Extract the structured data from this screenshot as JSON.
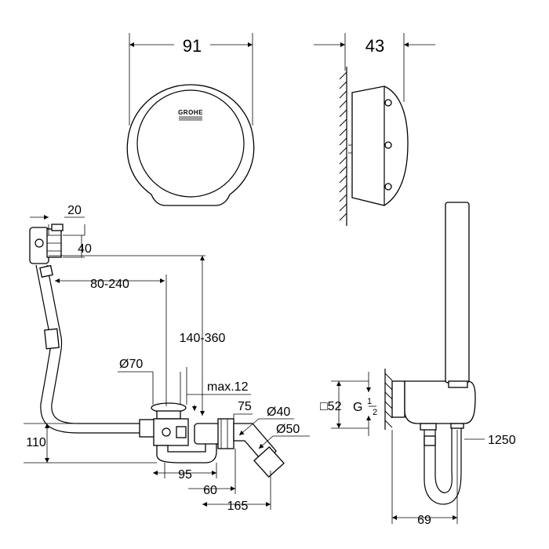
{
  "brand": {
    "logo_text": "GROHE"
  },
  "front_view": {
    "width_label": "91"
  },
  "side_view": {
    "depth_label": "43"
  },
  "waste_overflow": {
    "dim_20": "20",
    "dim_40": "40",
    "dim_80_240": "80-240",
    "dim_140_360": "140-360",
    "dim_diam70": "Ø70",
    "dim_max12": "max.12",
    "dim_75": "75",
    "dim_diam40": "Ø40",
    "dim_diam50": "Ø50",
    "dim_110": "110",
    "dim_95": "95",
    "dim_60": "60",
    "dim_165": "165"
  },
  "hand_shower": {
    "dim_square52": "□52",
    "dim_thread_g": "G",
    "dim_thread_num": "1",
    "dim_thread_den": "2",
    "dim_1250": "1250",
    "dim_69": "69"
  }
}
